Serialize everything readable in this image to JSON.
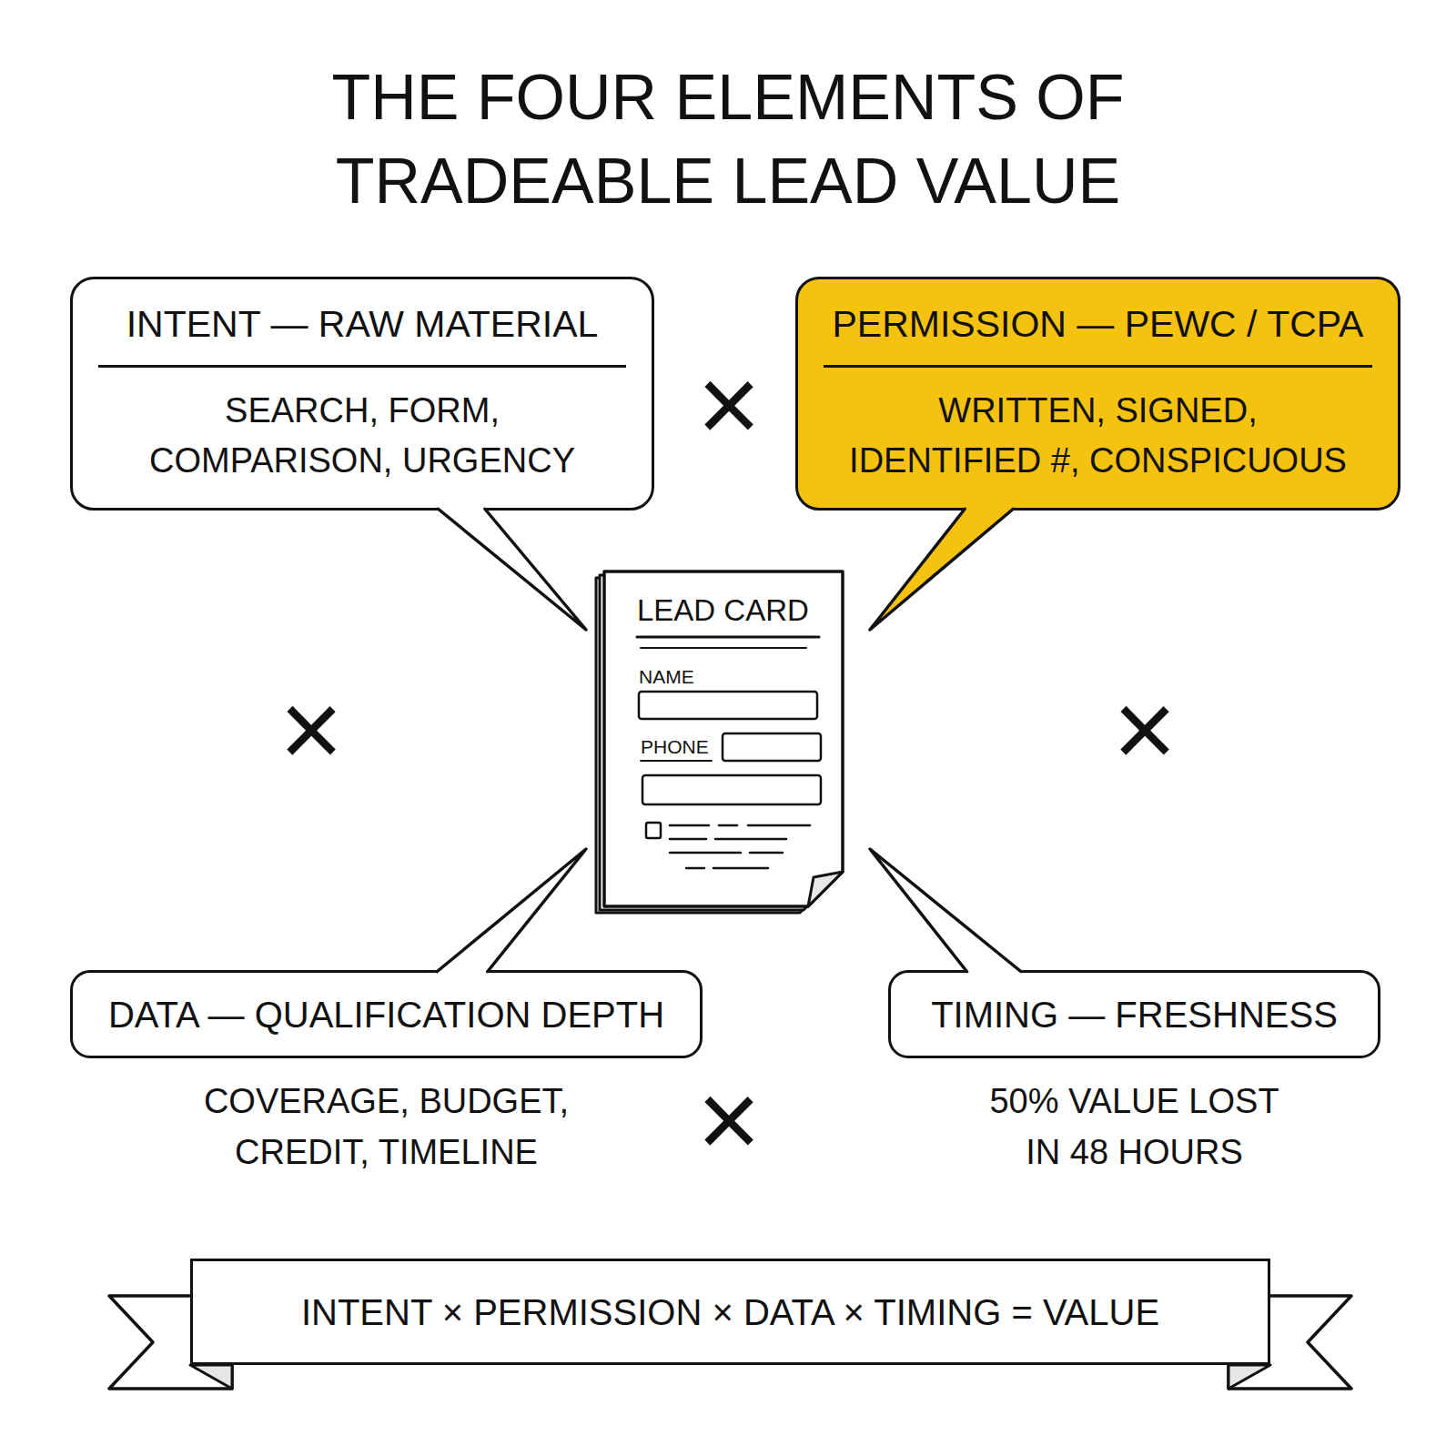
{
  "diagram": {
    "title": "THE FOUR ELEMENTS OF TRADEABLE LEAD VALUE",
    "nodes": [
      {
        "text": [
          "INTENT — RAW MATERIAL",
          "SEARCH, FORM, COMPARISON, URGENCY"
        ]
      },
      {
        "text": [
          "PERMISSION — PEWC / TCPA",
          "WRITTEN, SIGNED, IDENTIFIED #, CONSPICUOUS"
        ]
      },
      {
        "text": [
          "LEAD CARD",
          "NAME",
          "PHONE"
        ]
      },
      {
        "text": [
          "DATA — QUALIFICATION DEPTH",
          "COVERAGE, BUDGET, CREDIT, TIMELINE"
        ]
      },
      {
        "text": [
          "TIMING — FRESHNESS",
          "50% VALUE LOST IN 48 HOURS"
        ]
      },
      {
        "text": [
          "INTENT × PERMISSION × DATA × TIMING = VALUE"
        ]
      }
    ],
    "edges": [
      {
        "from": 0,
        "to": 2,
        "arrow": "none"
      },
      {
        "from": 1,
        "to": 2,
        "arrow": "none"
      },
      {
        "from": 3,
        "to": 2,
        "arrow": "none"
      },
      {
        "from": 4,
        "to": 2,
        "arrow": "none"
      }
    ],
    "labels": [
      "×",
      "×",
      "×",
      "×"
    ]
  }
}
